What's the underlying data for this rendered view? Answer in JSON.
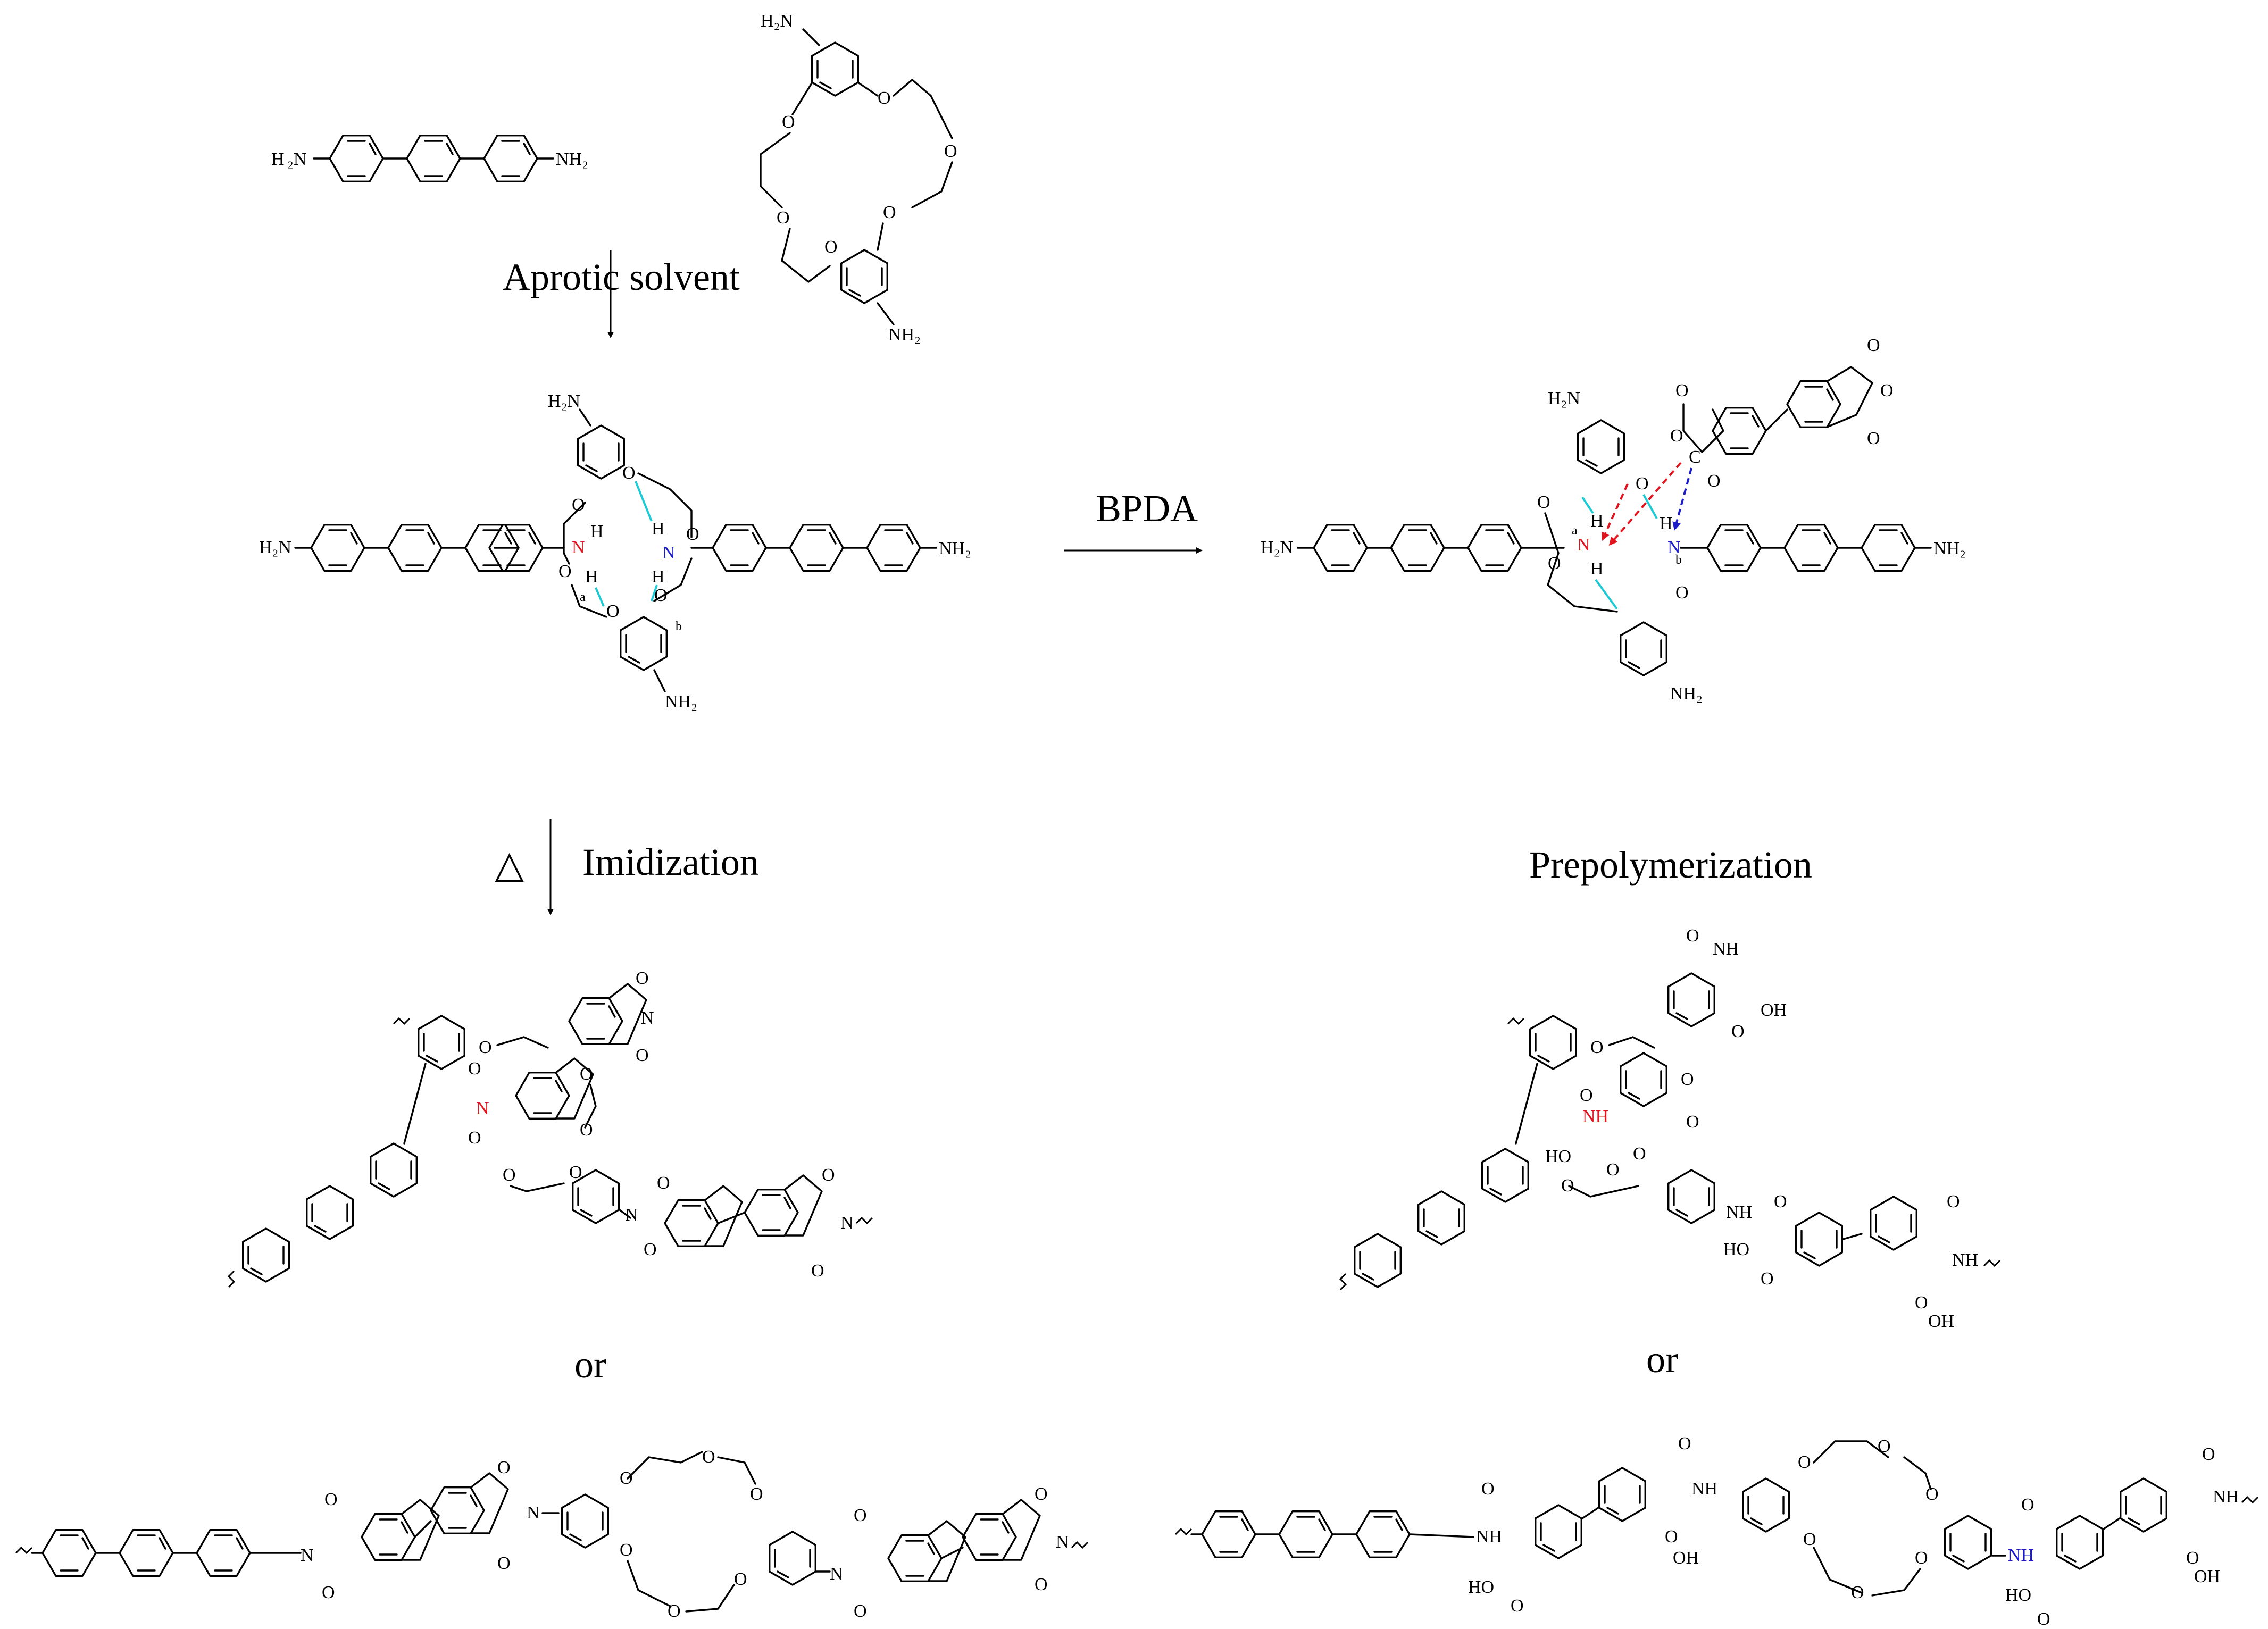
{
  "labels": {
    "aprotic": "Aprotic solvent",
    "bpda": "BPDA",
    "imidization": "Imidization",
    "prepolymerization": "Prepolymerization",
    "or1": "or",
    "or2": "or",
    "heat": "△"
  },
  "atoms": {
    "H2N": "H",
    "N": "N",
    "NH2": "NH",
    "two": "2",
    "O": "O",
    "H": "H",
    "C": "C",
    "NH": "NH",
    "OH": "OH",
    "HO": "HO",
    "a": "a",
    "b": "b"
  },
  "colors": {
    "hbond": "#1ecad3",
    "n_red": "#e0141e",
    "n_blue": "#1b1bc8",
    "ink": "#000000"
  }
}
